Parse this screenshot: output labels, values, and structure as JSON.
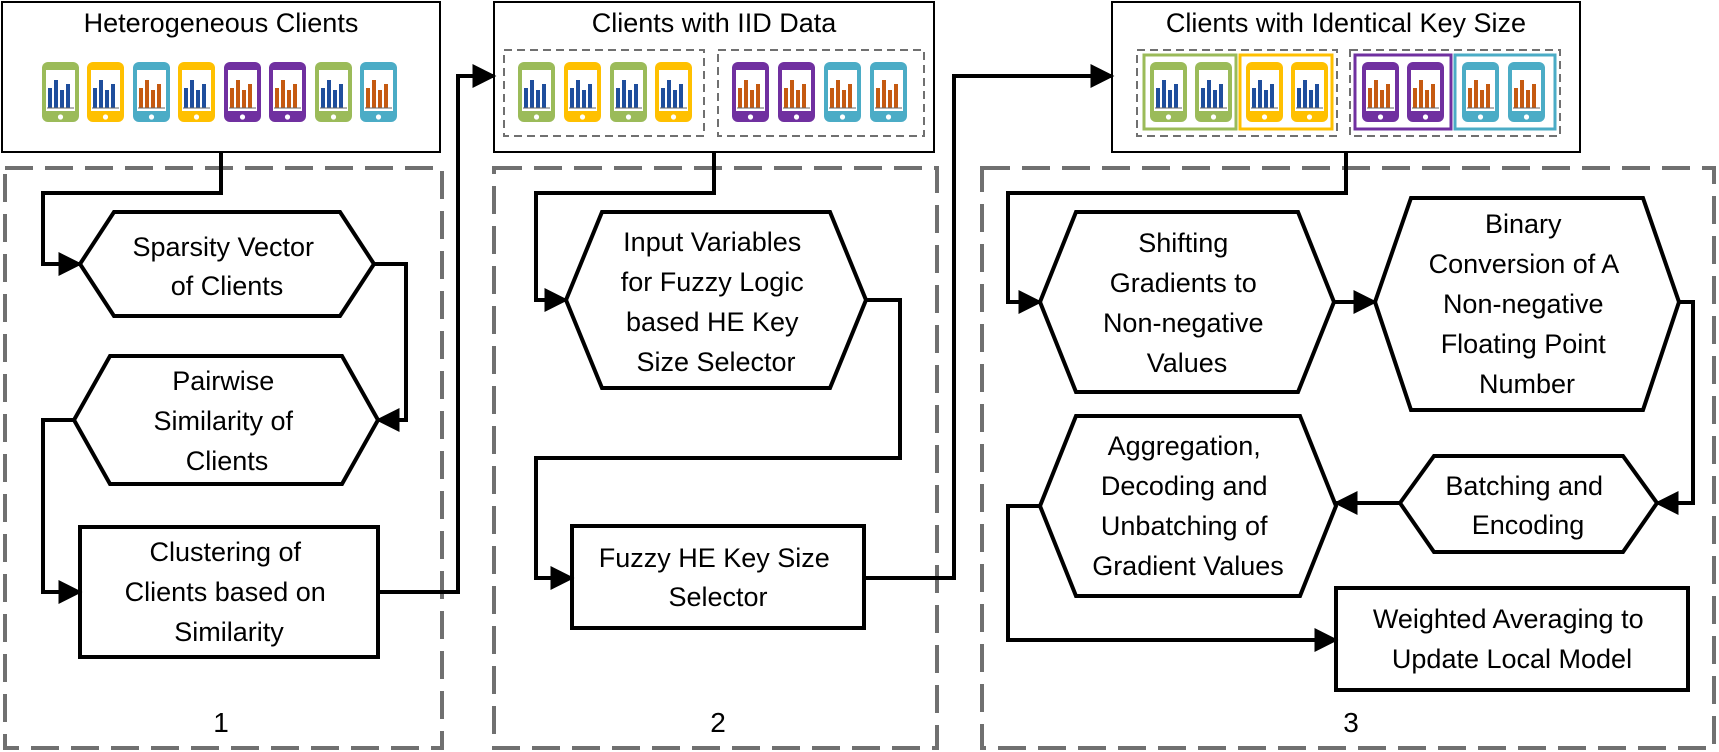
{
  "colors": {
    "line": "#000000",
    "dashed_border": "#707070",
    "phone_green": "#9bbb59",
    "phone_yellow": "#ffc000",
    "phone_blue": "#4bacc6",
    "phone_purple": "#7030a0",
    "bars_dark_blue": "#1f4e9c",
    "bars_orange": "#c55a11"
  },
  "headers": {
    "h1": "Heterogeneous Clients",
    "h2": "Clients with IID Data",
    "h3": "Clients with Identical Key Size"
  },
  "phones": {
    "h1": [
      "phone_green",
      "phone_yellow",
      "phone_blue",
      "phone_yellow",
      "phone_purple",
      "phone_purple",
      "phone_green",
      "phone_blue"
    ],
    "h2": [
      "phone_green",
      "phone_yellow",
      "phone_green",
      "phone_yellow",
      "phone_purple",
      "phone_purple",
      "phone_blue",
      "phone_blue"
    ],
    "h3": [
      "phone_green",
      "phone_green",
      "phone_yellow",
      "phone_yellow",
      "phone_purple",
      "phone_purple",
      "phone_blue",
      "phone_blue"
    ]
  },
  "steps": {
    "s1_sparsity": [
      "Sparsity Vector",
      "of Clients"
    ],
    "s1_pairwise": [
      "Pairwise",
      "Similarity of",
      "Clients"
    ],
    "s1_clustering": [
      "Clustering of",
      "Clients based on",
      "Similarity"
    ],
    "s2_input": [
      "Input Variables",
      "for Fuzzy Logic",
      "based HE Key",
      "Size Selector"
    ],
    "s2_fuzzy": [
      "Fuzzy HE Key Size",
      "Selector"
    ],
    "s3_shifting": [
      "Shifting",
      "Gradients to",
      "Non-negative",
      "Values"
    ],
    "s3_binary": [
      "Binary",
      "Conversion of A",
      "Non-negative",
      "Floating Point",
      "Number"
    ],
    "s3_batching": [
      "Batching and",
      "Encoding"
    ],
    "s3_aggregation": [
      "Aggregation,",
      "Decoding and",
      "Unbatching of",
      "Gradient Values"
    ],
    "s3_weighted": [
      "Weighted Averaging to",
      "Update Local Model"
    ]
  },
  "section_numbers": {
    "n1": "1",
    "n2": "2",
    "n3": "3"
  }
}
